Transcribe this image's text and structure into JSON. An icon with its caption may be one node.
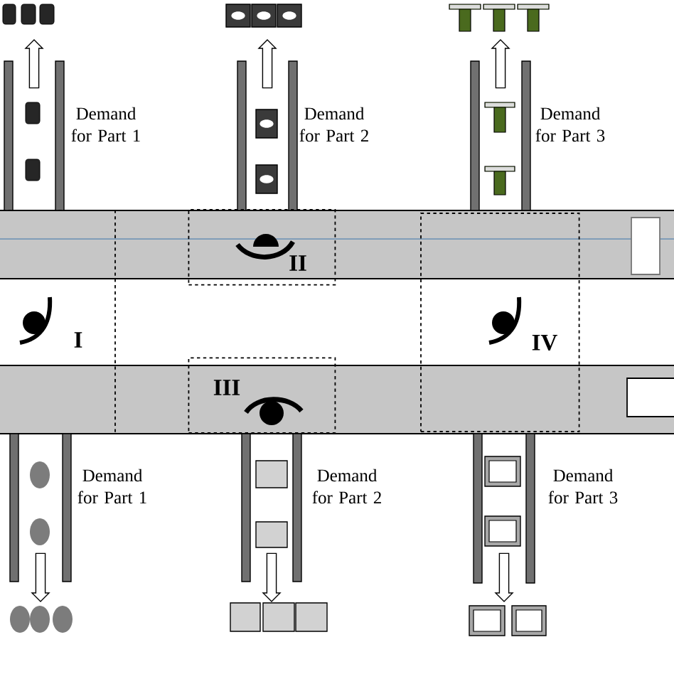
{
  "diagram": {
    "nodes": [
      {
        "text": [],
        "shape": "picture"
      },
      {
        "text": [],
        "shape": "picture"
      },
      {
        "text": [],
        "shape": "picture"
      },
      {
        "text": [],
        "shape": "box",
        "beside": [
          "Demand for Part 1"
        ]
      },
      {
        "text": [],
        "shape": "box",
        "beside": [
          "Demand for Part 2"
        ]
      },
      {
        "text": [],
        "shape": "box",
        "beside": [
          "Demand for Part 3"
        ]
      },
      {
        "text": [
          "I"
        ]
      },
      {
        "text": [
          "II"
        ]
      },
      {
        "text": [
          "IV"
        ]
      },
      {
        "text": [
          "III"
        ]
      },
      {
        "text": [],
        "shape": "box",
        "beside": [
          "Demand for Part 1"
        ]
      },
      {
        "text": [],
        "shape": "box",
        "beside": [
          "Demand for Part 2"
        ]
      },
      {
        "text": [],
        "shape": "box",
        "beside": [
          "Demand for Part 3"
        ]
      },
      {
        "text": [],
        "shape": "picture"
      },
      {
        "text": [],
        "shape": "picture"
      },
      {
        "text": [],
        "shape": "picture"
      }
    ],
    "edges": [
      {
        "from": 3,
        "to": 0,
        "arrow": "to"
      },
      {
        "from": 4,
        "to": 1,
        "arrow": "to"
      },
      {
        "from": 5,
        "to": 2,
        "arrow": "to"
      },
      {
        "from": 10,
        "to": 13,
        "arrow": "to"
      },
      {
        "from": 11,
        "to": 14,
        "arrow": "to"
      },
      {
        "from": 12,
        "to": 15,
        "arrow": "to"
      }
    ]
  }
}
